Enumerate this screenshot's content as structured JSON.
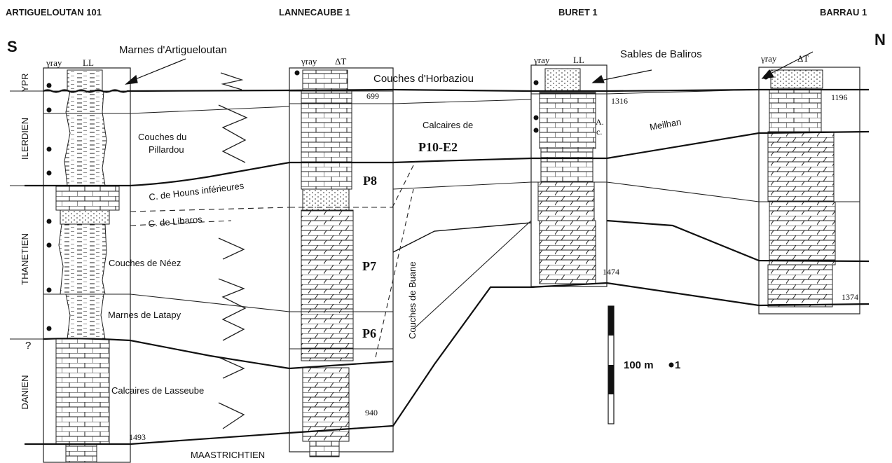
{
  "wells": [
    {
      "name": "ARTIGUELOUTAN 101",
      "log_left": "γray",
      "log_right": "LL"
    },
    {
      "name": "LANNECAUBE 1",
      "log_left": "γray",
      "log_right": "ΔT"
    },
    {
      "name": "BURET 1",
      "log_left": "γray",
      "log_right": "LL"
    },
    {
      "name": "BARRAU 1",
      "log_left": "γray",
      "log_right": "ΔT"
    }
  ],
  "directions": {
    "south": "S",
    "north": "N"
  },
  "stages": [
    "YPR",
    "ILERDIEN",
    "THANETIEN",
    "DANIEN"
  ],
  "base_stage": "MAASTRICHTIEN",
  "question_mark": "?",
  "formations": {
    "marnes_artigueloutan": "Marnes d'Artigueloutan",
    "couches_horbaziou": "Couches d'Horbaziou",
    "sables_baliros": "Sables de Baliros",
    "couches_pillardou_1": "Couches du",
    "couches_pillardou_2": "Pillardou",
    "calcaires_de": "Calcaires de",
    "p10_e2": "P10-E2",
    "meilhan": "Meilhan",
    "houns": "C. de Houns inférieures",
    "libaros": "C. de Libaros",
    "neez": "Couches de Néez",
    "latapy": "Marnes de Latapy",
    "lasseube": "Calcaires de Lasseube",
    "buane": "Couches de Buane",
    "ac_a": "A.",
    "ac_c": "c."
  },
  "zones": [
    "P8",
    "P7",
    "P6"
  ],
  "depths": {
    "lannecaube_top": "699",
    "lannecaube_base": "940",
    "buret_top": "1316",
    "buret_base": "1474",
    "barrau_top": "1196",
    "barrau_base": "1374",
    "artigueloutan_base": "1493"
  },
  "scale": {
    "label": "100 m",
    "legend_marker": "1"
  }
}
